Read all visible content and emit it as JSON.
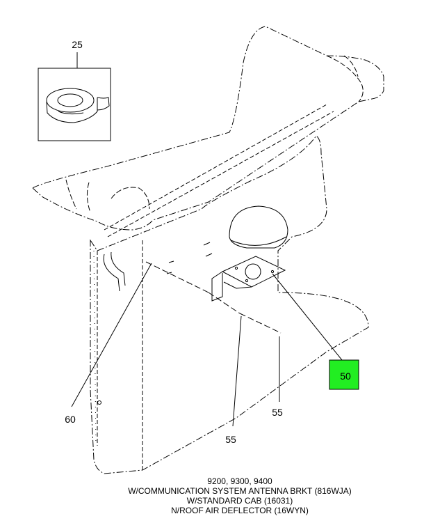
{
  "callouts": {
    "tape": "25",
    "bracket": "50",
    "bolt_left": "55",
    "bolt_right": "55",
    "panel": "60"
  },
  "highlight_color": "#22ee22",
  "caption": {
    "line1": "9200, 9300, 9400",
    "line2": "W/COMMUNICATION SYSTEM ANTENNA BRKT (816WJA)",
    "line3": "W/STANDARD CAB (16031)",
    "line4": "N/ROOF AIR DEFLECTOR (16WYN)"
  }
}
